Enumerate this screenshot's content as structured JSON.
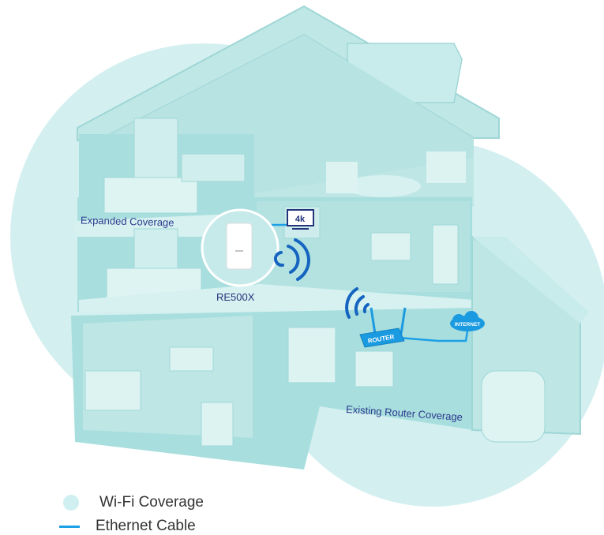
{
  "labels": {
    "expanded_coverage": "Expanded Coverage",
    "existing_router_coverage": "Existing Router Coverage",
    "device_name": "RE500X",
    "tv_badge": "4k",
    "router_badge": "ROUTER",
    "internet_badge": "INTERNET"
  },
  "legend": {
    "wifi_coverage": "Wi-Fi Coverage",
    "ethernet_cable": "Ethernet Cable"
  },
  "colors": {
    "coverage": "#d3eff0",
    "house_wall": "#a8dede",
    "house_floor": "#c7ebea",
    "roof": "#bfe7e6",
    "ethernet": "#1da1e6",
    "router": "#1a9ae0",
    "signal": "#1565c0",
    "label_text": "#2b3a8c"
  }
}
